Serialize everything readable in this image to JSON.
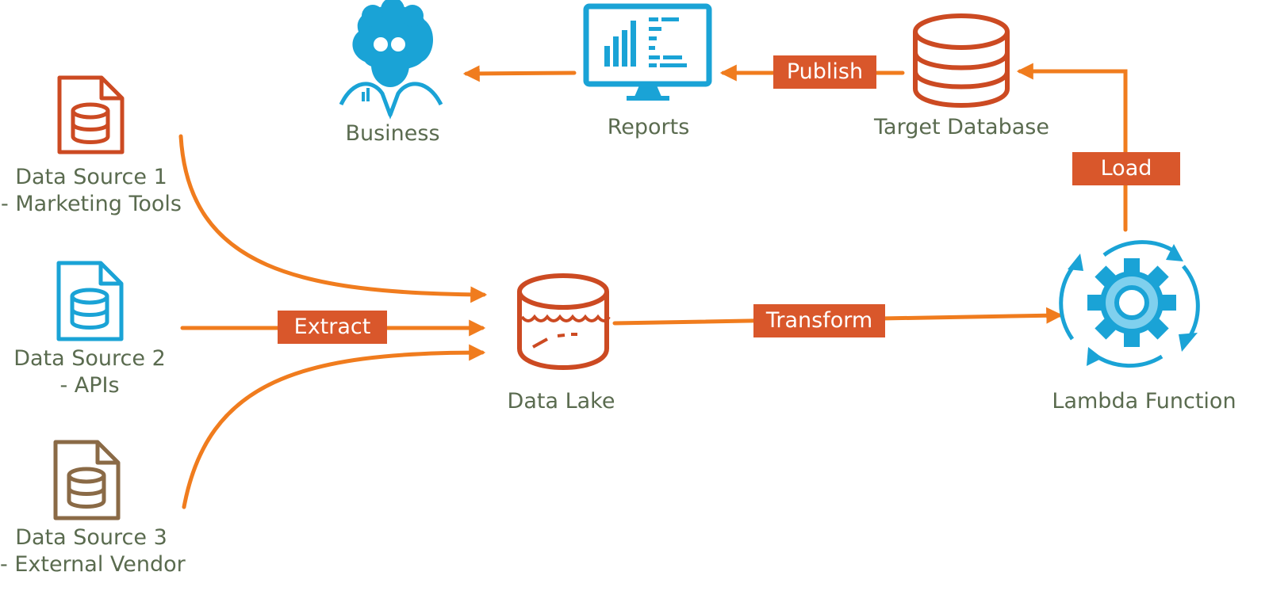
{
  "nodes": {
    "business": "Business",
    "reports": "Reports",
    "target_database": "Target Database",
    "data_lake": "Data Lake",
    "lambda_function": "Lambda Function",
    "source1": {
      "line1": "Data Source 1",
      "line2": "- Marketing Tools"
    },
    "source2": {
      "line1": "Data Source 2",
      "line2": "- APIs"
    },
    "source3": {
      "line1": "Data Source 3",
      "line2": "- External Vendor"
    }
  },
  "steps": {
    "extract": "Extract",
    "transform": "Transform",
    "load": "Load",
    "publish": "Publish"
  },
  "icons": {
    "business": "businessperson-icon",
    "reports": "monitor-chart-icon",
    "target_database": "database-icon",
    "data_lake": "data-lake-icon",
    "lambda_function": "gear-cycle-icon",
    "source1": "database-file-icon",
    "source2": "database-file-icon",
    "source3": "database-file-icon"
  },
  "colors": {
    "arrow": "#f07c1e",
    "tag_bg": "#d9572b",
    "tag_text": "#ffffff",
    "label_text": "#5a6b4f",
    "icon_blue": "#1aa3d6",
    "icon_red": "#cc4a22",
    "icon_brown": "#8a6a46"
  }
}
